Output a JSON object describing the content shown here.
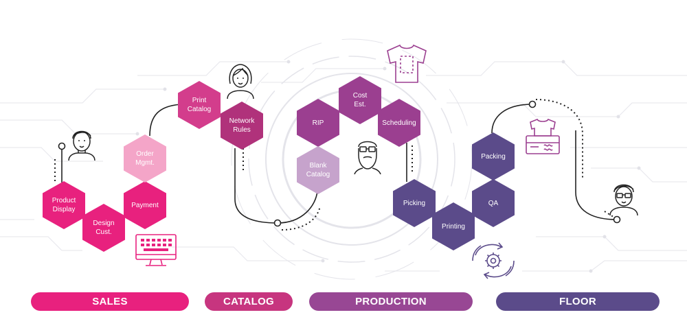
{
  "colors": {
    "sales": "#e8217e",
    "sales_light": "#f4a5c8",
    "catalog_a": "#d33d8c",
    "catalog_b": "#b0327b",
    "production": "#9b3f90",
    "production_light": "#c6a3cc",
    "floor": "#5b4b8a",
    "icon_pink": "#e8217e",
    "icon_purple": "#9b3f90",
    "line": "#222222"
  },
  "hexes": {
    "product_display": "Product\nDisplay",
    "design_cust": "Design\nCust.",
    "payment": "Payment",
    "order_mgmt": "Order\nMgmt.",
    "print_catalog": "Print\nCatalog",
    "network_rules": "Network\nRules",
    "rip": "RIP",
    "cost_est": "Cost\nEst.",
    "scheduling": "Scheduling",
    "blank_catalog": "Blank\nCatalog",
    "picking": "Picking",
    "printing": "Printing",
    "qa": "QA",
    "packing": "Packing"
  },
  "stages": {
    "sales": "SALES",
    "catalog": "CATALOG",
    "production": "PRODUCTION",
    "floor": "FLOOR"
  },
  "icons": [
    "man-avatar-icon",
    "woman-avatar-icon",
    "bearded-man-avatar-icon",
    "glasses-man-avatar-icon",
    "monitor-keyboard-icon",
    "tshirt-template-icon",
    "tshirt-packing-icon",
    "gear-cycle-icon"
  ]
}
